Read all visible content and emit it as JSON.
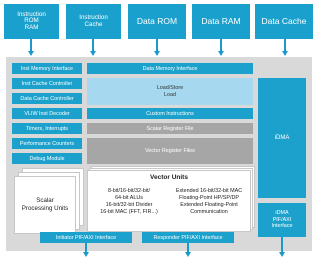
{
  "memories": [
    {
      "label": "Instruction\nROM\nRAM"
    },
    {
      "label": "Instruction\nCache"
    },
    {
      "label": "Data ROM"
    },
    {
      "label": "Data RAM"
    },
    {
      "label": "Data Cache"
    }
  ],
  "left_column": [
    "Inst Memory Interface",
    "Inst Cache Controller",
    "Data Cache Controller",
    "VLIW Inst Decoder",
    "Timers, Interrupts",
    "Performance Counters",
    "Debug Module"
  ],
  "center": {
    "data_memory_interface": "Data Memory Interface",
    "load_store": "Load/Store\nLoad",
    "custom_instructions": "Custom Instructions",
    "scalar_register_file": "Scalar Register File",
    "vector_register_files": "Vector Register Files"
  },
  "idma": "iDMA",
  "idma_pif": "iDMA\nPIF/AXI\nInterface",
  "scalar_units": "Scalar\nProcessing Units",
  "vector_units": {
    "title": "Vector Units",
    "left": "8-bit/16-bit/32-bit/\n64-bit ALUs\n16-bit/32-bit Divider\n16-bit MAC (FFT, FIR...)",
    "right": "Extended 16-bit/32-bit MAC\nFloating-Point HP/SP/DP\nExtended Floating-Point\nCommunication"
  },
  "bottom": {
    "initiator": "Initiator PIF/AXI Interface",
    "responder": "Responder PIF/AXI Interface"
  }
}
